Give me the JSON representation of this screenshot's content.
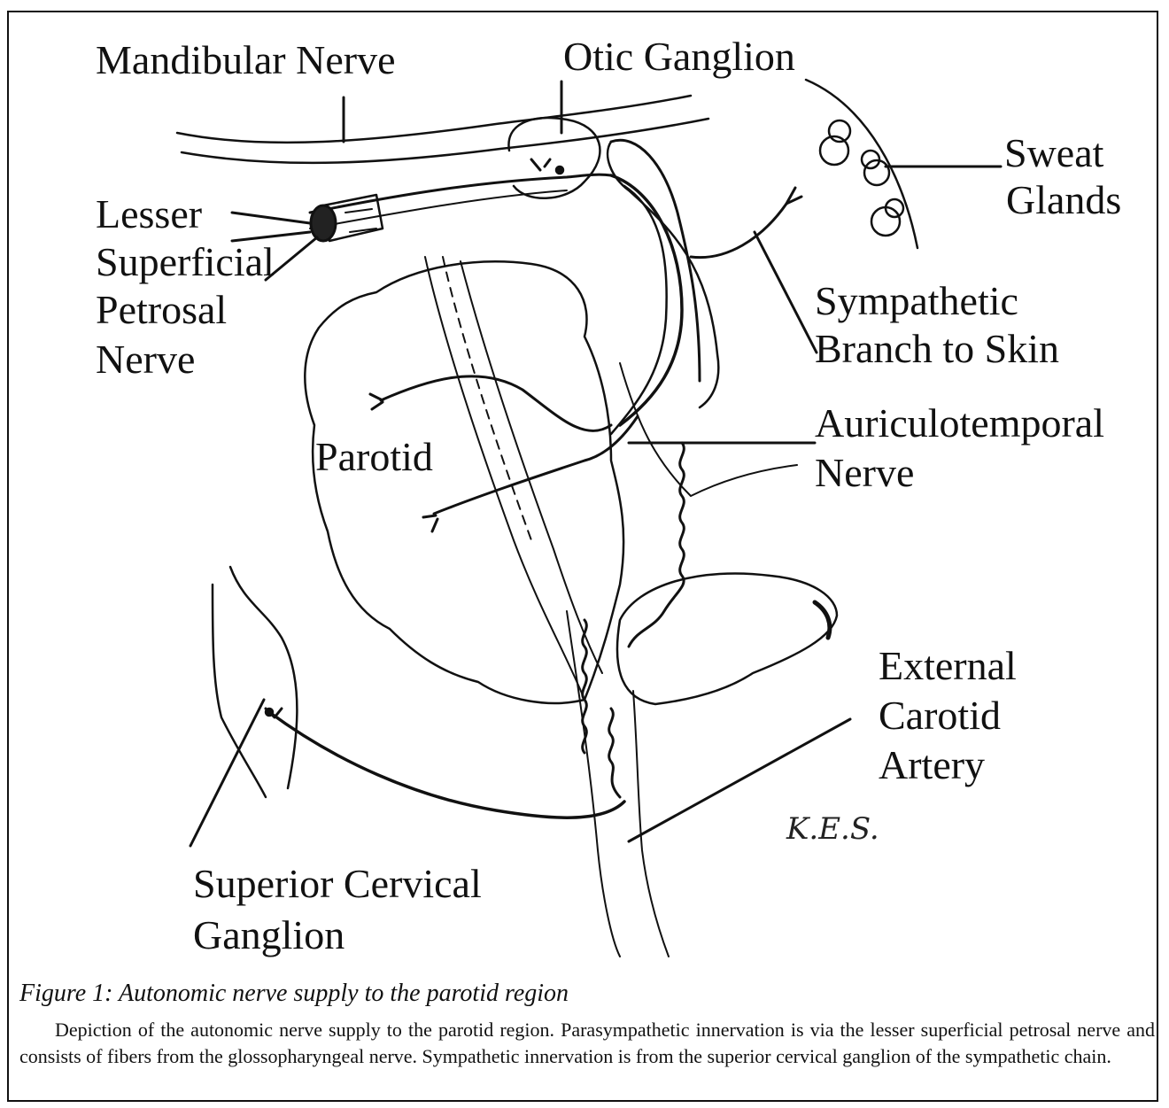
{
  "labels": {
    "mandibular_nerve": "Mandibular Nerve",
    "otic_ganglion": "Otic Ganglion",
    "sweat_glands_1": "Sweat",
    "sweat_glands_2": "Glands",
    "lesser_1": "Lesser",
    "lesser_2": "Superficial",
    "lesser_3": "Petrosal",
    "lesser_4": "Nerve",
    "sympathetic_1": "Sympathetic",
    "sympathetic_2": "Branch to Skin",
    "auriculo_1": "Auriculotemporal",
    "auriculo_2": "Nerve",
    "parotid": "Parotid",
    "external_1": "External",
    "external_2": "Carotid",
    "external_3": "Artery",
    "superior_1": "Superior Cervical",
    "superior_2": "Ganglion"
  },
  "signature": "K.E.S.",
  "caption": {
    "title": "Figure 1: Autonomic nerve supply to the parotid region",
    "body": "Depiction of the autonomic nerve supply to the parotid region. Parasympathetic innervation is via the lesser superficial petrosal nerve and consists of fibers from the glossopharyngeal nerve.  Sympathetic innervation is from the superior cervical ganglion of the sympathetic chain."
  }
}
